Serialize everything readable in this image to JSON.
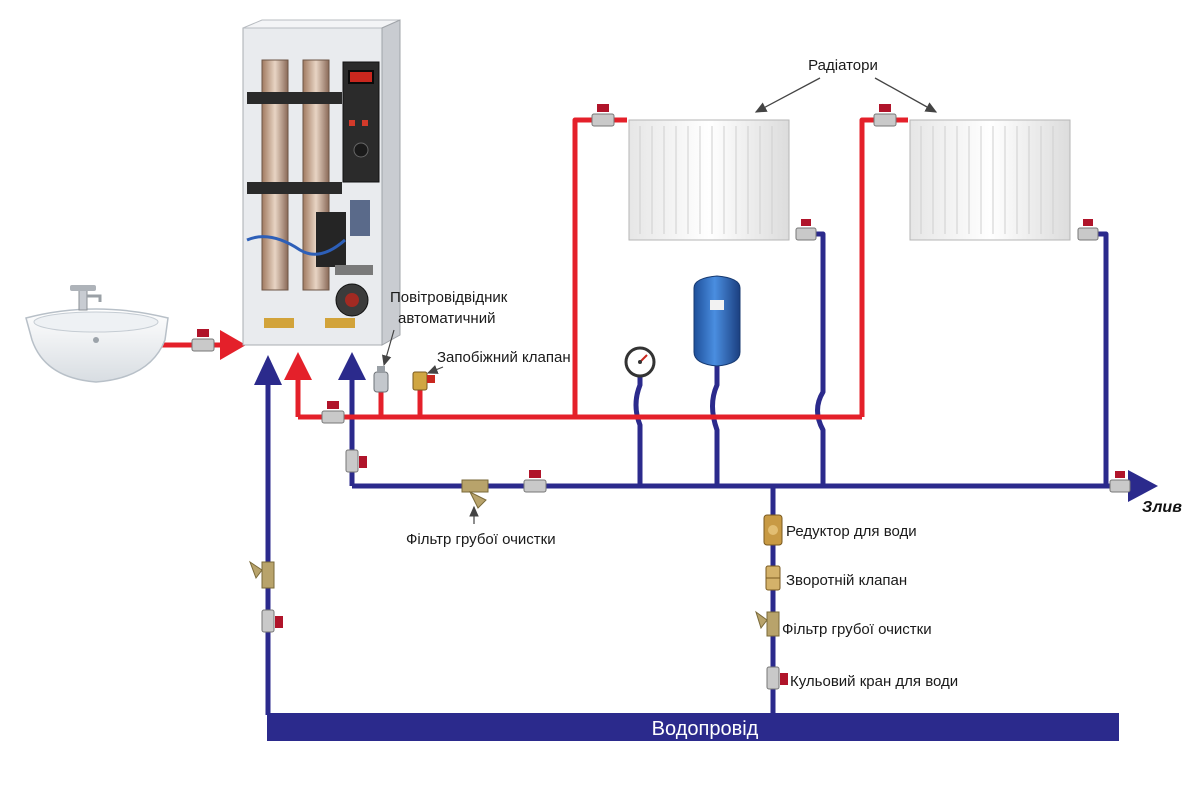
{
  "labels": {
    "radiators": "Радіатори",
    "air_vent_line1": "Повітровідвідник",
    "air_vent_line2": "автоматичний",
    "safety_valve": "Запобіжний  клапан",
    "coarse_filter_main": "Фільтр грубої  очистки",
    "drain": "Злив",
    "water_reducer": "Редуктор для води",
    "check_valve": "Зворотній  клапан",
    "coarse_filter_branch": "Фільтр грубої очистки",
    "ball_valve": "Кульовий  кран для води",
    "water_supply": "Водопровід"
  },
  "colors": {
    "supply_pipe": "#e4202a",
    "return_pipe": "#2b2a8c",
    "water_main": "#2b2a8c",
    "expansion_tank": "#2f6fc0",
    "valve_handle": "#b0142a"
  },
  "icons": {
    "sink": "sink-icon",
    "boiler": "electric-boiler-icon",
    "radiator": "radiator-icon",
    "manometer": "pressure-gauge-icon",
    "tank": "expansion-tank-icon",
    "valve": "ball-valve-icon",
    "filter": "y-filter-icon"
  }
}
